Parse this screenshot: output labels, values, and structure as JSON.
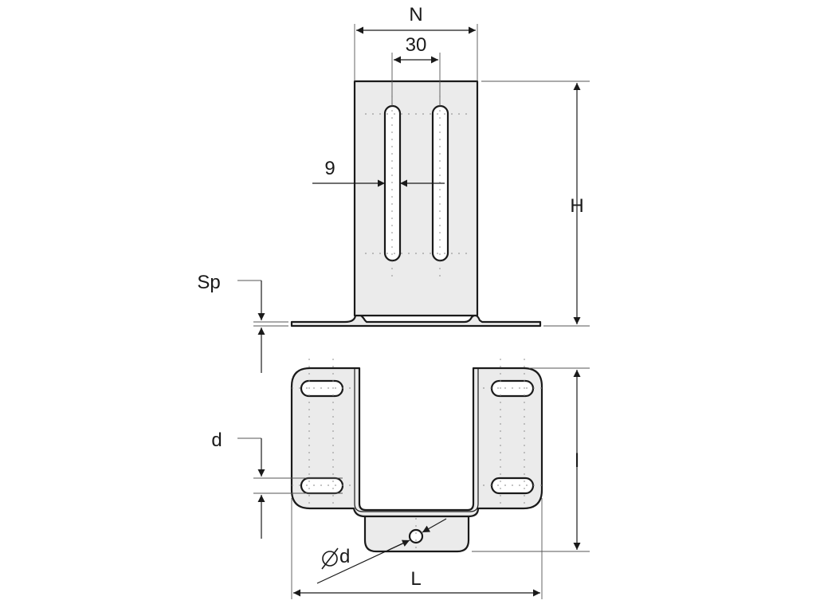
{
  "labels": {
    "N": "N",
    "slot_pitch": "30",
    "slot_width": "9",
    "H": "H",
    "Sp": "Sp",
    "d": "d",
    "l": "l",
    "L": "L",
    "phi_d": "d"
  },
  "colors": {
    "line": "#1a1a1a",
    "fill": "#ebebeb",
    "background": "#ffffff"
  },
  "icons": {
    "diameter_symbol": "diameter-symbol-icon"
  }
}
